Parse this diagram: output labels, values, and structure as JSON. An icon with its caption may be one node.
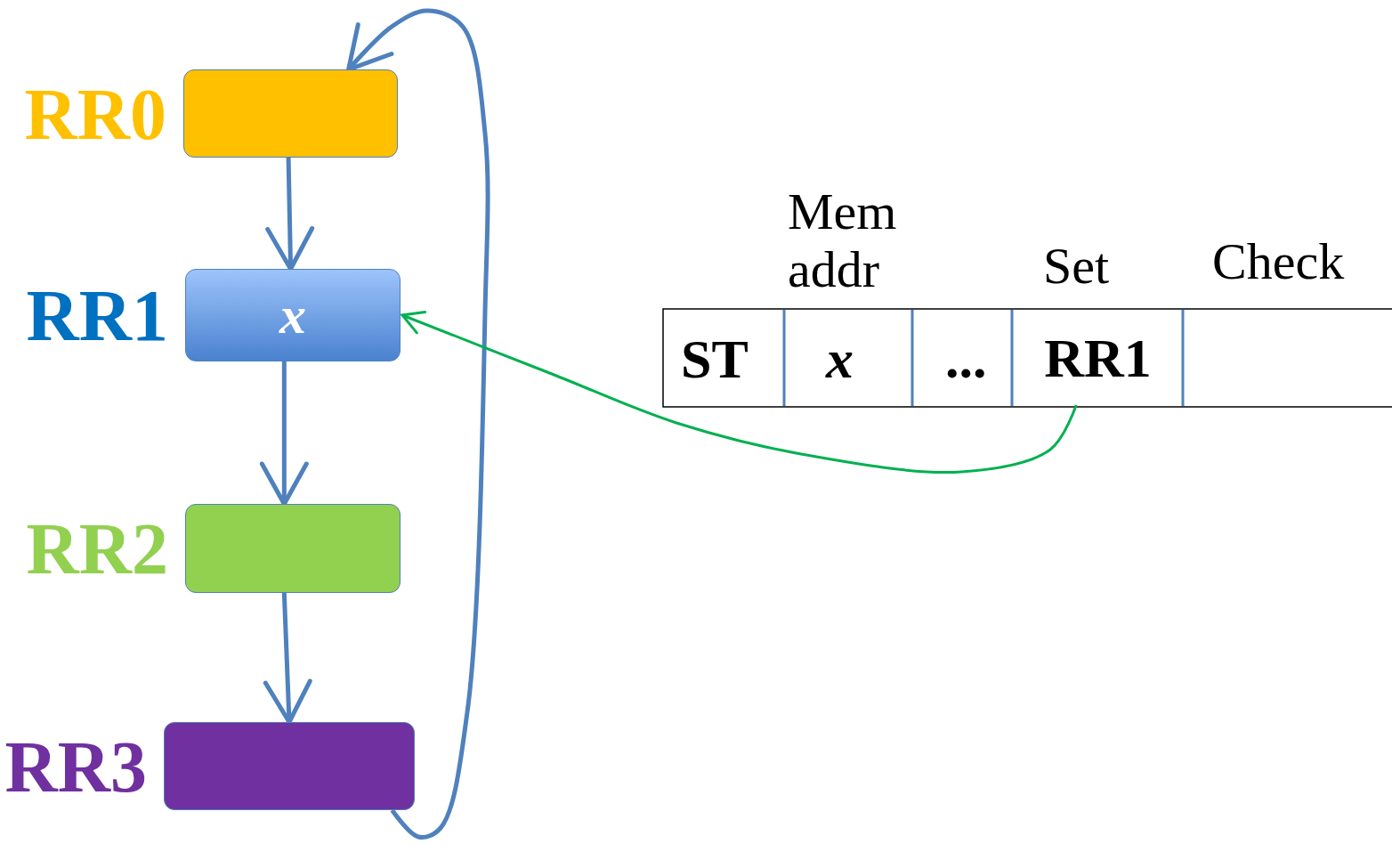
{
  "diagram": {
    "nodes": [
      {
        "text": [
          "RR0"
        ]
      },
      {
        "text": [
          "RR1",
          "x"
        ]
      },
      {
        "text": [
          "RR2"
        ]
      },
      {
        "text": [
          "RR3"
        ]
      },
      {
        "text": [
          "RR1"
        ]
      }
    ],
    "edges": [
      {
        "from": 0,
        "to": 1,
        "arrow": "to"
      },
      {
        "from": 1,
        "to": 2,
        "arrow": "to"
      },
      {
        "from": 2,
        "to": 3,
        "arrow": "to"
      },
      {
        "from": 3,
        "to": 0,
        "arrow": "to"
      },
      {
        "from": 4,
        "to": 1,
        "arrow": "to",
        "color": "#00b050"
      }
    ],
    "labels": [
      "Mem addr",
      "Set",
      "Check",
      "ST",
      "x",
      "..."
    ]
  }
}
